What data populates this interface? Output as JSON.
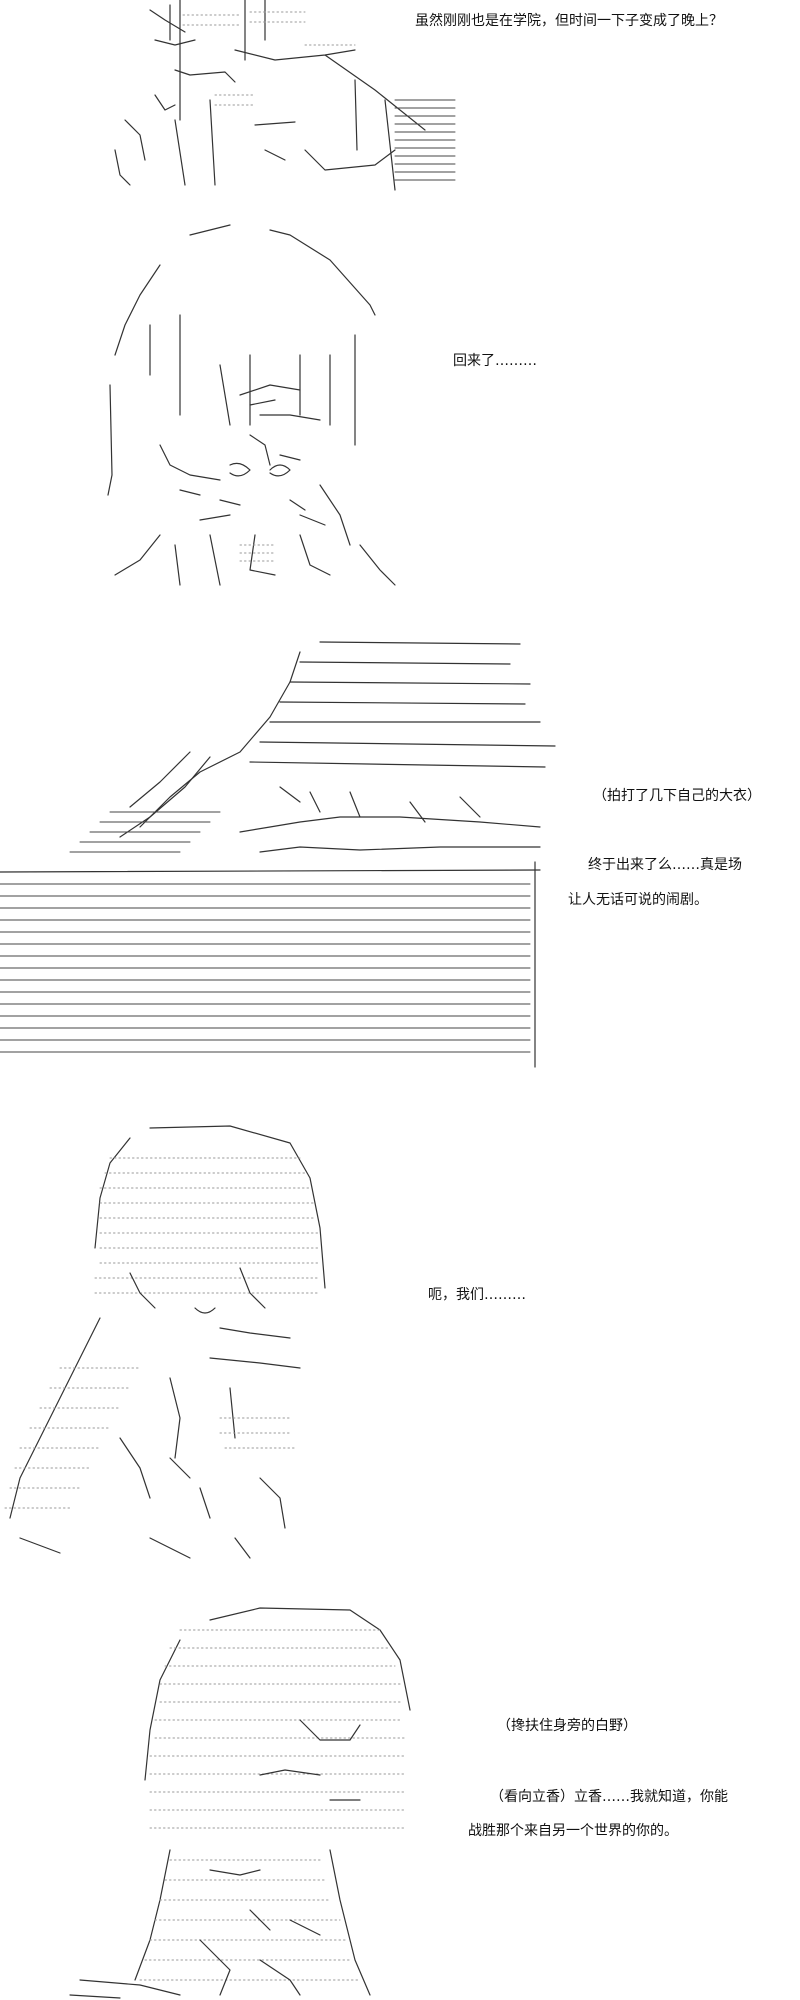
{
  "panels": [
    {
      "lines": [
        "虽然刚刚也是在学院，但时间一下子变成了晚上？"
      ]
    },
    {
      "lines": [
        "回来了………"
      ]
    },
    {
      "lines": [
        "（拍打了几下自己的大衣）",
        "终于出来了么……真是场",
        "让人无话可说的闹剧。"
      ]
    },
    {
      "lines": [
        "呃，我们………"
      ]
    },
    {
      "lines": [
        "（搀扶住身旁的白野）",
        "（看向立香）立香……我就知道，你能",
        "战胜那个来自另一个世界的你的。"
      ]
    }
  ]
}
